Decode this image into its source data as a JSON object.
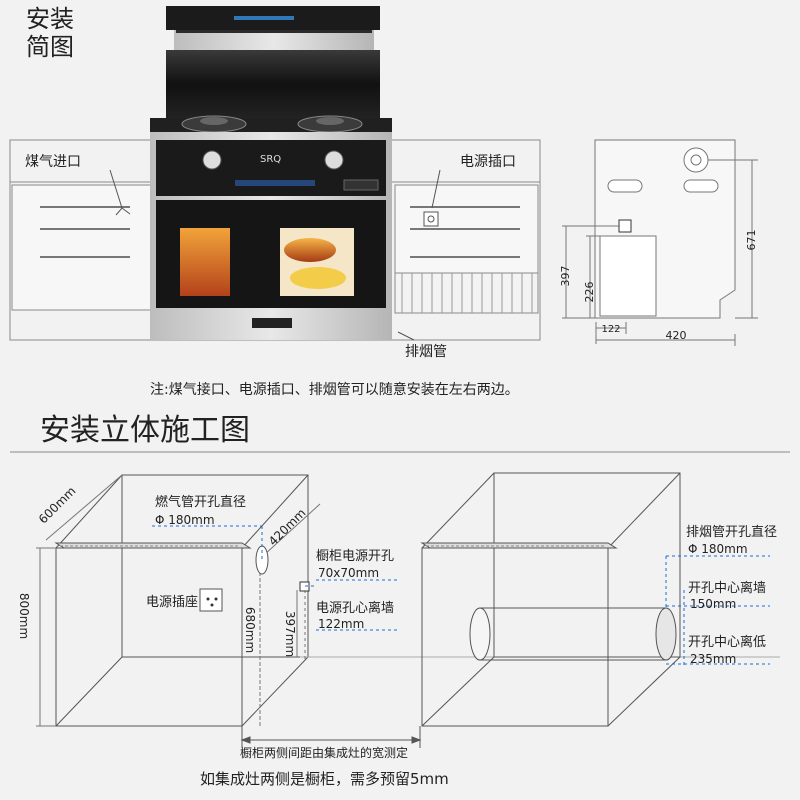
{
  "header": {
    "line1": "安装",
    "line2": "简图"
  },
  "top": {
    "gas_inlet": "煤气进口",
    "power_socket": "电源插口",
    "exhaust_pipe": "排烟管",
    "brand": "SRQ",
    "dims": {
      "h397": "397",
      "h226": "226",
      "h671": "671",
      "w122": "122",
      "w420": "420"
    },
    "note": "注:煤气接口、电源插口、排烟管可以随意安装在左右两边。"
  },
  "section_title": "安装立体施工图",
  "left_cabinet": {
    "depth": "600mm",
    "height": "800mm",
    "gas_hole_title": "燃气管开孔直径",
    "gas_hole_value": "Φ 180mm",
    "dim_420": "420mm",
    "dim_680": "680mm",
    "dim_397": "397mm",
    "power_socket": "电源插座",
    "cabinet_power_title": "橱柜电源开孔",
    "cabinet_power_value": "70x70mm",
    "power_center_title": "电源孔心离墙",
    "power_center_value": "122mm"
  },
  "right_cabinet": {
    "exhaust_title": "排烟管开孔直径",
    "exhaust_value": "Φ 180mm",
    "wall_title": "开孔中心离墙",
    "wall_value": "150mm",
    "floor_title": "开孔中心离低",
    "floor_value": "235mm"
  },
  "footer": {
    "width_note": "橱柜两侧间距由集成灶的宽测定",
    "gap_note": "如集成灶两侧是橱柜，需多预留5mm"
  }
}
